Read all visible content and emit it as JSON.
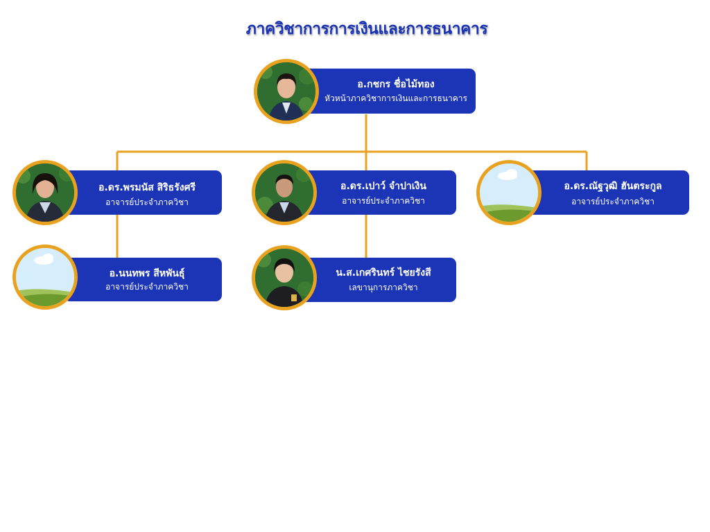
{
  "title": "ภาควิชาการการเงินและการธนาคาร",
  "colors": {
    "card": "#1c35b6",
    "connector": "#e8a21f",
    "avatar_border": "#e8a21f",
    "title": "#1a33b5"
  },
  "head": {
    "name": "อ.กชกร ชื่อไม้ทอง",
    "role": "หัวหน้าภาควิชาการเงินและการธนาคาร",
    "photo": "person-photo"
  },
  "members": [
    {
      "name": "อ.ดร.พรมนัส สิริธรังศรี",
      "role": "อาจารย์ประจำภาควิชา",
      "photo": "person-photo"
    },
    {
      "name": "อ.ดร.เปาว์ จำปาเงิน",
      "role": "อาจารย์ประจำภาควิชา",
      "photo": "person-photo"
    },
    {
      "name": "อ.ดร.ณัฐวุฒิ ฮันตระกูล",
      "role": "อาจารย์ประจำภาควิชา",
      "photo": "placeholder-landscape"
    },
    {
      "name": "อ.นนทพร สีหพันธุ์",
      "role": "อาจารย์ประจำภาควิชา",
      "photo": "placeholder-landscape"
    },
    {
      "name": "น.ส.เกศรินทร์ ไชยรังสี",
      "role": "เลขานุการภาควิชา",
      "photo": "person-photo"
    }
  ]
}
